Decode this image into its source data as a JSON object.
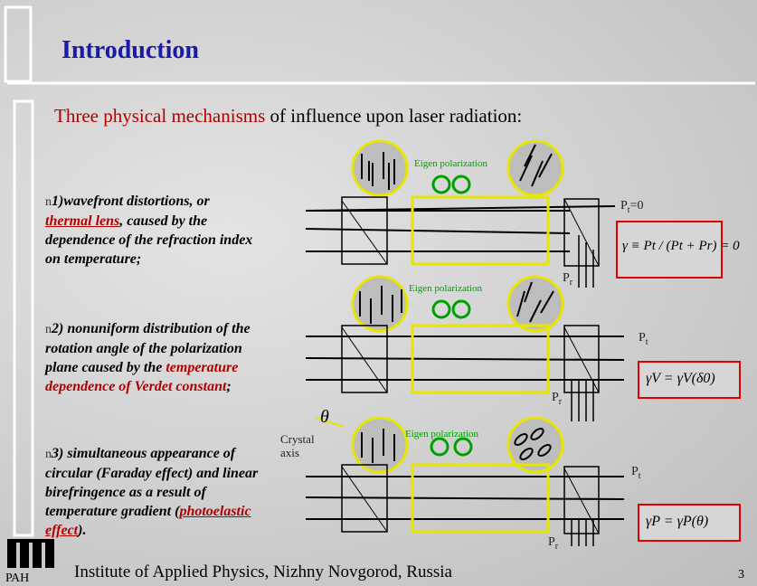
{
  "title": "Introduction",
  "subtitle_part1": "Three physical mechanisms",
  "subtitle_part2": " of influence upon laser radiation:",
  "eigen_label": "Eigen polarization",
  "items": [
    {
      "bullet": "n",
      "prefix": "1)wavefront distortions, or ",
      "red": "thermal lens",
      "rest": ", caused by the dependence of the refraction index on temperature;"
    },
    {
      "bullet": "n",
      "prefix": "2) nonuniform distribution of the rotation angle of the polarization plane caused by the ",
      "red": "temperature dependence of Verdet constant",
      "rest": ";"
    },
    {
      "bullet": "n",
      "prefix": "3) simultaneous appearance of circular (Faraday effect) and linear birefringence as a result of temperature gradient (",
      "red": "photoelastic effect",
      "rest": ")."
    }
  ],
  "labels": {
    "pt": "P",
    "pt_sub": "t",
    "pt_eq": "=0",
    "pr": "P",
    "pr_sub": "r",
    "crystal_line1": "Crystal",
    "crystal_line2": "axis",
    "theta": "θ"
  },
  "formulas": {
    "gamma_def": "γ ≡ Pt / (Pt + Pr) = 0",
    "gamma_v": "γV = γV(δ0)",
    "gamma_p": "γP = γP(θ)"
  },
  "footer": "Institute of Applied Physics, Nizhny Novgorod, Russia",
  "logo_text": "РАН",
  "page_number": "3",
  "colors": {
    "title": "#1a1aaa",
    "highlight": "#b00000",
    "eigen": "#00a000",
    "frame_yellow": "#e6e600",
    "formula_red": "#e00000"
  }
}
